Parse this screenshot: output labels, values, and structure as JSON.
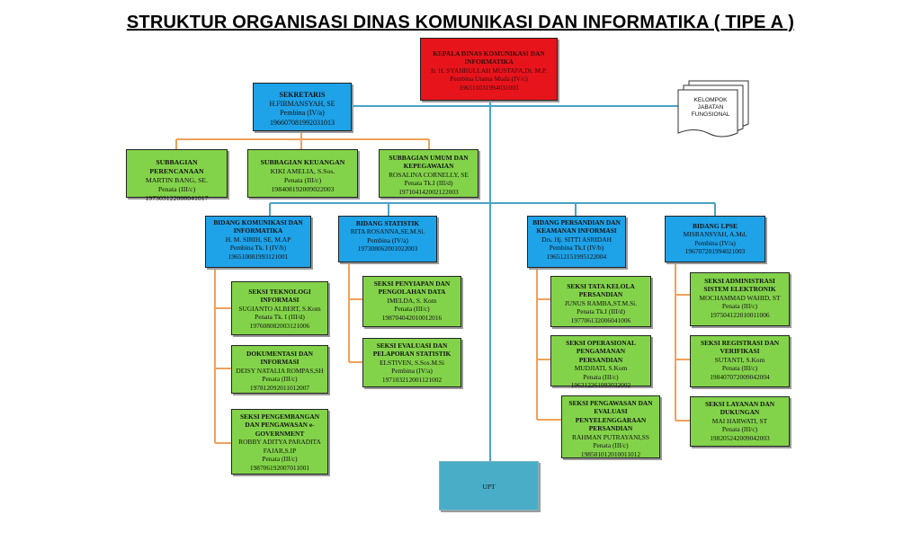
{
  "title": "STRUKTUR ORGANISASI DINAS KOMUNIKASI DAN INFORMATIKA ( TIPE A )",
  "kepala": {
    "title": "KEPALA DINAS KOMUNIKASI DAN INFORMATIKA",
    "name": "Ir. H. SYAHRULLAH MUSTAFA,Dt. M.P.",
    "rank": "Pembina Utama Muda (IV/c)",
    "nip": "196511031994031003"
  },
  "sekretaris": {
    "title": "SEKRETARIS",
    "name": "H.FIRMANSYAH, SE",
    "rank": "Pembina (IV/a)",
    "nip": "196607081992031013"
  },
  "kelompok": "KELOMPOK JABATAN FUNGSIONAL",
  "subbagian": [
    {
      "title": "SUBBAGIAN PERENCANAAN",
      "name": "MARTIN BANG, SE.",
      "rank": "Penata (III/c)",
      "nip": "197303122006041017"
    },
    {
      "title": "SUBBAGIAN KEUANGAN",
      "name": "KIKI AMELIA, S.Sos.",
      "rank": "Penata (III/c)",
      "nip": "198408192009022003"
    },
    {
      "title": "SUBBAGIAN UMUM DAN KEPEGAWAIAN",
      "name": "ROSALINA CORNELLY, SE",
      "rank": "Penata  Tk.I (III/d)",
      "nip": "197104142002122003"
    }
  ],
  "bidang": [
    {
      "title": "BIDANG KOMUNIKASI DAN INFORMATIKA",
      "name": "H. M. SIRIH, SE. M.AP",
      "rank": "Pembina Tk. I (IV/b)",
      "nip": "196510081993121001"
    },
    {
      "title": "BIDANG STATISTIK",
      "name": "RITA ROSANNA,SE.M.Si.",
      "rank": "Pembina (IV/a)",
      "nip": "197308062001022003"
    },
    {
      "title": "BIDANG PERSANDIAN DAN KEAMANAN INFORMASI",
      "name": "Drs. Hj. SITTI ASRIDAH",
      "rank": "Pembina Tk.I (IV/b)",
      "nip": "196512151995122004"
    },
    {
      "title": "BIDANG LPSE",
      "name": "MISRANSYAH, A.Md.",
      "rank": "Pembina (IV/a)",
      "nip": "196707201994021003"
    }
  ],
  "seksi": [
    {
      "title": "SEKSI TEKNOLOGI INFORMASI",
      "name": "SUGIANTO ALBERT, S.Kom",
      "rank": "Penata Tk. I (III/d)",
      "nip": "197608082003121006"
    },
    {
      "title": "DOKUMENTASI DAN INFORMASI",
      "name": "DEISY NATALIA ROMPAS,SH",
      "rank": "Penata (III/c)",
      "nip": "197812092011012007"
    },
    {
      "title": "SEKSI PENGEMBANGAN DAN PENGAWASAN e-GOVERNMENT",
      "name": "ROBBY ADITYA PARADITA FAJAR,S.IP",
      "rank": "Penata (III/c)",
      "nip": "198706192007011001"
    },
    {
      "title": "SEKSI PENYIAPAN DAN PENGOLAHAN DATA",
      "name": "IMELDA, S. Kom",
      "rank": "Penata (III/c)",
      "nip": "198704042010012016"
    },
    {
      "title": "SEKSI EVALUASI DAN PELAPORAN STATISTIK",
      "name": "ELSTIVEN, S.Sos.M.Si",
      "rank": "Pembina (IV/a)",
      "nip": "197103212001121002"
    },
    {
      "title": "SEKSI TATA KELOLA PERSANDIAN",
      "name": "JUNUS RAMBA,ST.M.Si.",
      "rank": "Penata Tk.I (III/d)",
      "nip": "197706132006041006"
    },
    {
      "title": "SEKSI OPERASIONAL PENGAMANAN PERSANDIAN",
      "name": "MUDJIATI, S.Kom",
      "rank": "Penata (III/c)",
      "nip": "196312261993032002"
    },
    {
      "title": "SEKSI PENGAWASAN DAN EVALUASI PENYELENGGARAAN PERSANDIAN",
      "name": "RAHMAN PUTRAYANI,SS",
      "rank": "Penata (III/c)",
      "nip": "198501012010011012"
    },
    {
      "title": "SEKSI ADMINISTRASI SISTEM ELEKTRONIK",
      "name": "MOCHAMMAD WAHID, ST",
      "rank": "Penata (III/c)",
      "nip": "197504122010011006"
    },
    {
      "title": "SEKSI REGISTRASI DAN VERIFIKASI",
      "name": "SUTANTI, S.Kom",
      "rank": "Penata (III/c)",
      "nip": "198407072009042004"
    },
    {
      "title": "SEKSI LAYANAN DAN DUKUNGAN",
      "name": "MAI HARWATI, ST",
      "rank": "Penata (III/c)",
      "nip": "198205242009042003"
    }
  ],
  "upt": "UPT",
  "colors": {
    "kepala": "#e8141c",
    "bidang": "#1ea2e8",
    "seksi": "#83d34a",
    "upt": "#49adc7",
    "line_blue": "#4aa3c4",
    "line_orange": "#f0a15a"
  }
}
